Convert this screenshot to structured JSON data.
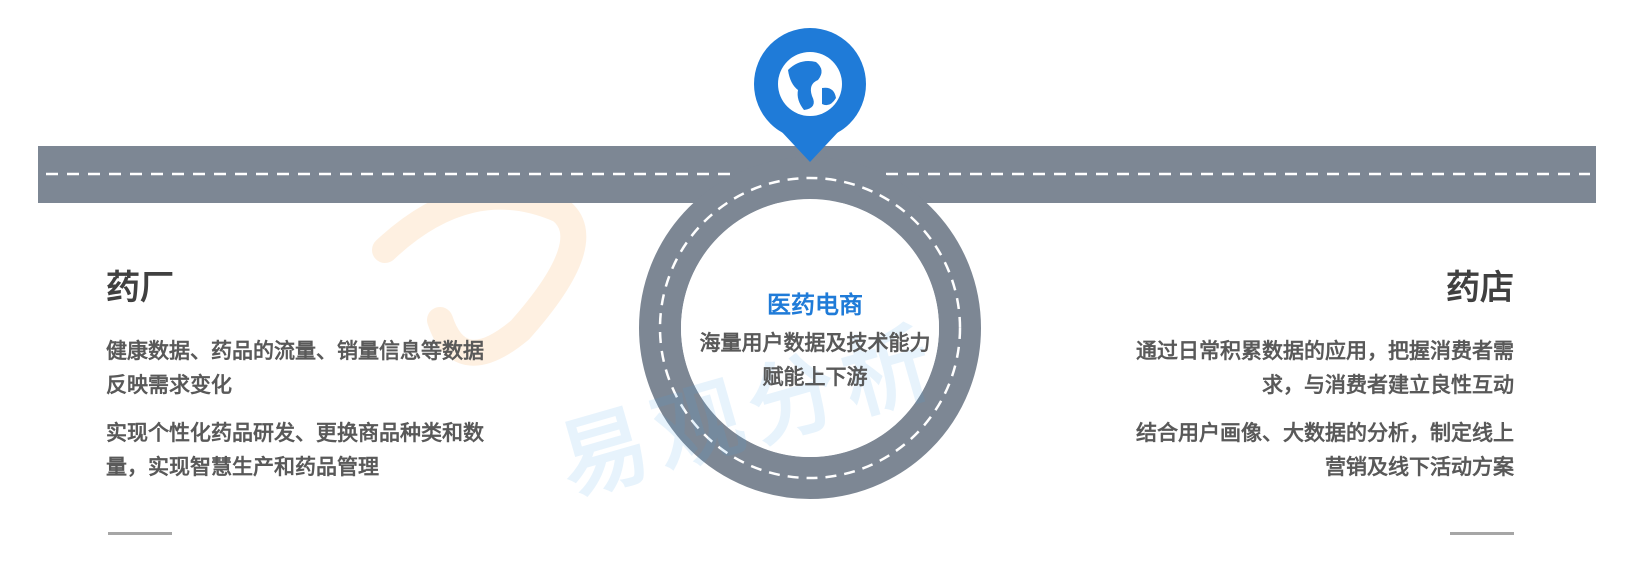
{
  "watermark": "易观分析",
  "hub": {
    "title": "医药电商",
    "desc": "海量用户数据及技术能力赋能上下游",
    "icon": "globe-location-pin-icon"
  },
  "left": {
    "title": "药厂",
    "lines": [
      "健康数据、药品的流量、销量信息等数据反映需求变化",
      "实现个性化药品研发、更换商品种类和数量，实现智慧生产和药品管理"
    ]
  },
  "right": {
    "title": "药店",
    "lines": [
      "通过日常积累数据的应用，把握消费者需求，与消费者建立良性互动",
      "结合用户画像、大数据的分析，制定线上营销及线下活动方案"
    ]
  },
  "colors": {
    "road": "#7d8794",
    "accent": "#1f7bd8",
    "text": "#595959"
  }
}
